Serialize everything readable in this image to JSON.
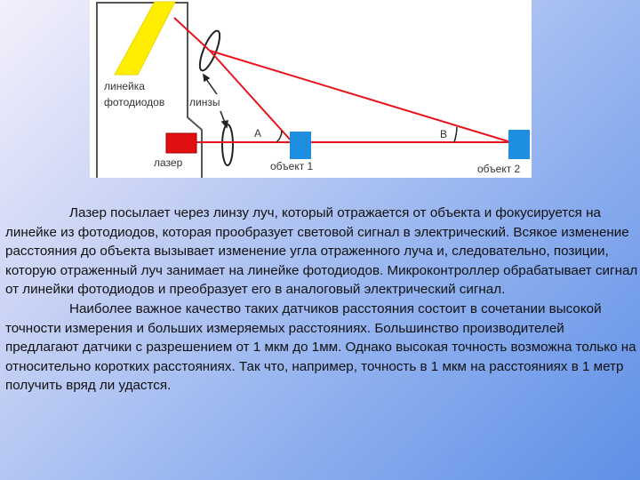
{
  "diagram": {
    "labels": {
      "photodiode_line_1": "линейка",
      "photodiode_line_2": "фотодиодов",
      "lenses": "линзы",
      "laser": "лазер",
      "angle_a": "A",
      "angle_b": "B",
      "object_1": "объект 1",
      "object_2": "объект 2"
    },
    "colors": {
      "beam": "#e8141c",
      "laser": "#e01010",
      "object": "#1e8fe0",
      "photodiode_strip": "#ffee00",
      "frame": "#555555"
    }
  },
  "paragraphs": [
    "Лазер посылает через линзу луч, который отражается от объекта и фокусируется на линейке из фотодиодов, которая прообразует световой сигнал в электрический. Всякое изменение расстояния до объекта вызывает изменение угла отраженного луча и, следовательно, позиции, которую отраженный луч занимает на линейке фотодиодов. Микроконтроллер обрабатывает сигнал от линейки фотодиодов и преобразует его в аналоговый электрический сигнал.",
    "Наиболее важное качество таких датчиков расстояния состоит в сочетании высокой точности измерения и больших измеряемых расстояниях. Большинство производителей предлагают датчики с разрешением от 1 мкм до 1мм. Однако высокая точность возможна только на относительно коротких расстояниях. Так что, например, точность в 1 мкм на расстояниях в 1 метр получить вряд ли удастся."
  ]
}
